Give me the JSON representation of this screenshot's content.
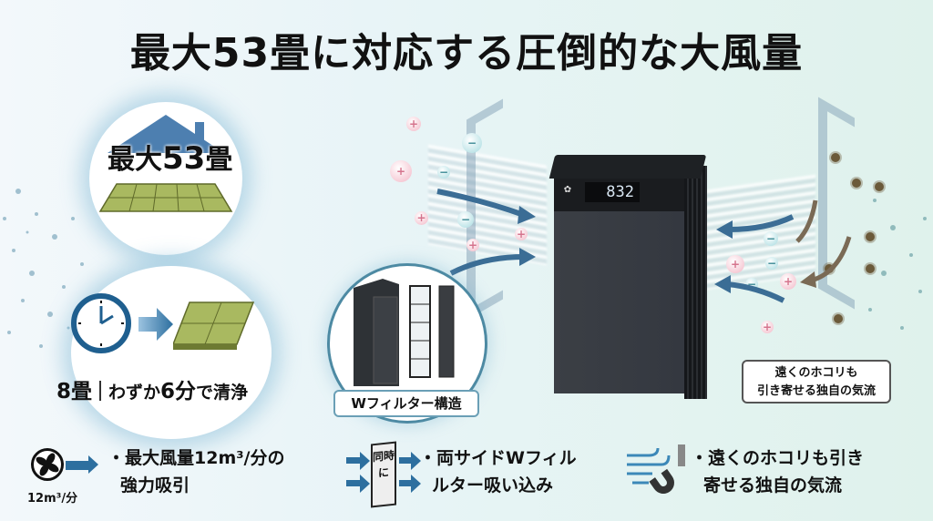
{
  "title": "最大53畳に対応する圧倒的な大風量",
  "feature_circles": [
    {
      "label_prefix": "最大",
      "label_value": "53",
      "label_suffix": "畳",
      "icon": "house-tatami-icon"
    },
    {
      "room_size": "8畳",
      "description_a": "わずか",
      "description_b": "6分",
      "description_c": "で清浄",
      "icons": [
        "clock-icon",
        "arrow-right-icon",
        "tatami-icon"
      ]
    },
    {
      "label": "Wフィルター構造",
      "icon": "filter-structure-icon"
    }
  ],
  "product": {
    "display_value": "832",
    "colors": {
      "body": "#363a40",
      "display": "#0b0c0e",
      "accent": "#2d6f9f"
    }
  },
  "airflow_callout": {
    "line1": "遠くのホコリも",
    "line2": "引き寄せる独自の気流"
  },
  "bottom_features": [
    {
      "icon": "fan-icon",
      "icon_label": "12m³/分",
      "line1": "・最大風量12m³/分の",
      "line2": "強力吸引"
    },
    {
      "icon": "double-side-filter-icon",
      "icon_label": "同時に",
      "line1": "・両サイドWフィル",
      "line2": "ルター吸い込み"
    },
    {
      "icon": "airflow-magnet-icon",
      "line1": "・遠くのホコリも引き",
      "line2": "寄せる独自の気流"
    }
  ],
  "ions": {
    "plus": "+",
    "minus": "−"
  }
}
